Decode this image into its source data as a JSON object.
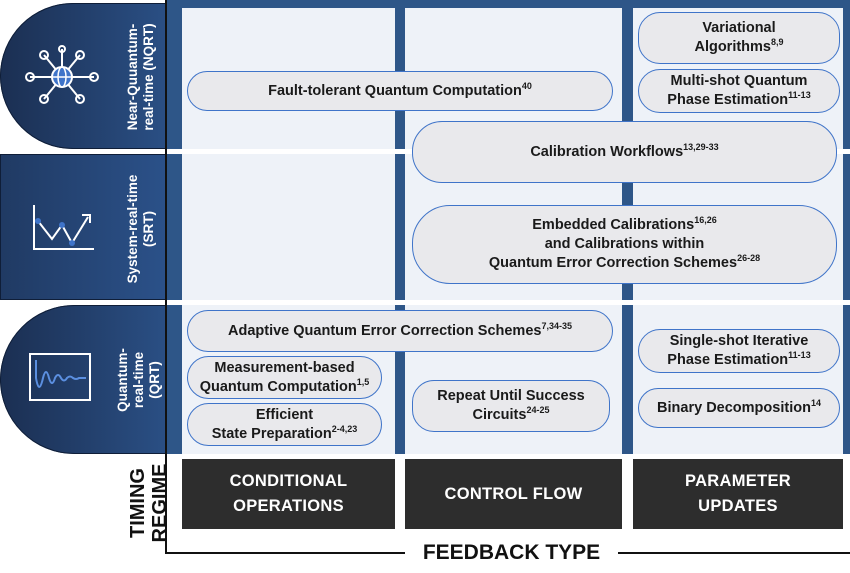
{
  "regimes": [
    {
      "id": "nqrt",
      "label": "Near-Quuantum-\nreal-time (NQRT)",
      "icon": "network-globe-icon"
    },
    {
      "id": "srt",
      "label": "System-real-time\n(SRT)",
      "icon": "trend-chart-icon"
    },
    {
      "id": "qrt",
      "label": "Quantum-\nreal-time\n(QRT)",
      "icon": "damped-oscillation-icon"
    }
  ],
  "pills": {
    "fault_tolerant": {
      "text": "Fault-tolerant Quantum Computation",
      "sup": "40"
    },
    "variational": {
      "line1": "Variational",
      "line2": "Algorithms",
      "sup": "8,9"
    },
    "multishot": {
      "line1": "Multi-shot Quantum",
      "line2": "Phase Estimation",
      "sup": "11-13"
    },
    "calibration_workflows": {
      "text": "Calibration Workflows",
      "sup": "13,29-33"
    },
    "embedded": {
      "line1": "Embedded Calibrations",
      "sup1": "16,26",
      "line2": "and Calibrations within",
      "line3": "Quantum Error Correction Schemes",
      "sup3": "26-28"
    },
    "adaptive_qec": {
      "text": "Adaptive Quantum Error Correction Schemes",
      "sup": "7,34-35"
    },
    "mbqc": {
      "line1": "Measurement-based",
      "line2": "Quantum Computation",
      "sup": "1,5"
    },
    "efficient": {
      "line1": "Efficient",
      "line2": "State Preparation",
      "sup": "2-4,23"
    },
    "rus": {
      "line1": "Repeat Until Success",
      "line2": "Circuits",
      "sup": "24-25"
    },
    "single_shot": {
      "line1": "Single-shot Iterative",
      "line2": "Phase Estimation",
      "sup": "11-13"
    },
    "binary": {
      "text": "Binary Decomposition",
      "sup": "14"
    }
  },
  "categories": [
    {
      "line1": "CONDITIONAL",
      "line2": "OPERATIONS"
    },
    {
      "line1": "CONTROL FLOW",
      "line2": ""
    },
    {
      "line1": "PARAMETER",
      "line2": "UPDATES"
    }
  ],
  "axes": {
    "y_title_line1": "TIMING",
    "y_title_line2": "REGIME",
    "x_title": "FEEDBACK TYPE"
  },
  "colors": {
    "regime_dark": "#1b2f52",
    "grid_blue": "#2e5688",
    "pill_border": "#3f74c9",
    "pill_fill": "#e9e9ec",
    "category_fill": "#2d2d2d"
  }
}
